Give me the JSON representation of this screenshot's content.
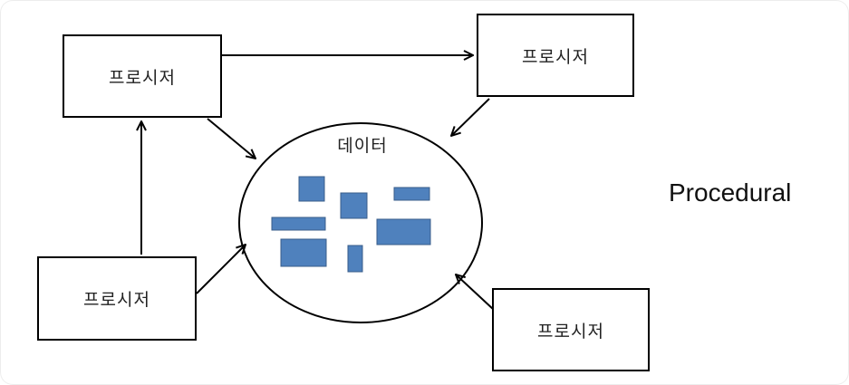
{
  "diagram": {
    "procedure_label": "프로시저",
    "data_label": "데이터",
    "side_label": "Procedural",
    "colors": {
      "block_fill": "#4f81bd",
      "block_stroke": "#385d8a",
      "line": "#000000"
    }
  }
}
